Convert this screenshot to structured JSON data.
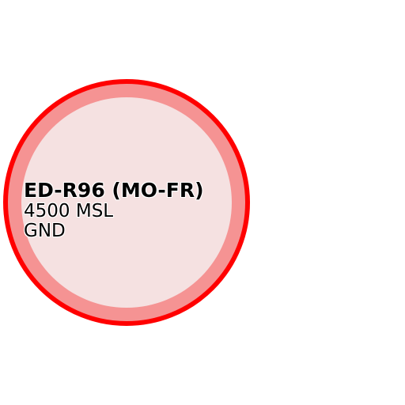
{
  "airspace": {
    "name": "ED-R96 (MO-FR)",
    "upper_limit": "4500 MSL",
    "lower_limit": "GND",
    "colors": {
      "border": "#ff0000",
      "inner_band": "#f59393",
      "fill": "#f5e1e1"
    }
  }
}
